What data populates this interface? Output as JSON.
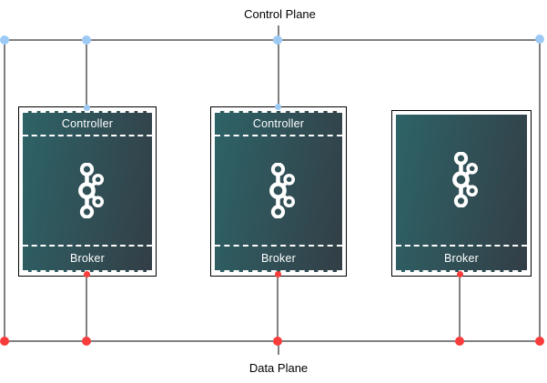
{
  "diagram": {
    "control_plane_label": "Control Plane",
    "data_plane_label": "Data Plane",
    "nodes": [
      {
        "name": "kafka-node-1",
        "controller_label": "Controller",
        "broker_label": "Broker",
        "icon": "kafka-logo-icon"
      },
      {
        "name": "kafka-node-2",
        "controller_label": "Controller",
        "broker_label": "Broker",
        "icon": "kafka-logo-icon"
      },
      {
        "name": "kafka-node-3",
        "broker_label": "Broker",
        "icon": "kafka-logo-icon"
      }
    ]
  },
  "colors": {
    "bg": "#ffffff",
    "line": "#000000",
    "label-text": "#000000",
    "node-border": "#000000",
    "node-bg": "#ffffff",
    "node-grad-start": "#2d6367",
    "node-grad-end": "#333e46",
    "node-text": "#ffffff",
    "dash": "#ffffff",
    "control-dot": "#9ccaf4",
    "data-dot": "#f83c3c"
  }
}
